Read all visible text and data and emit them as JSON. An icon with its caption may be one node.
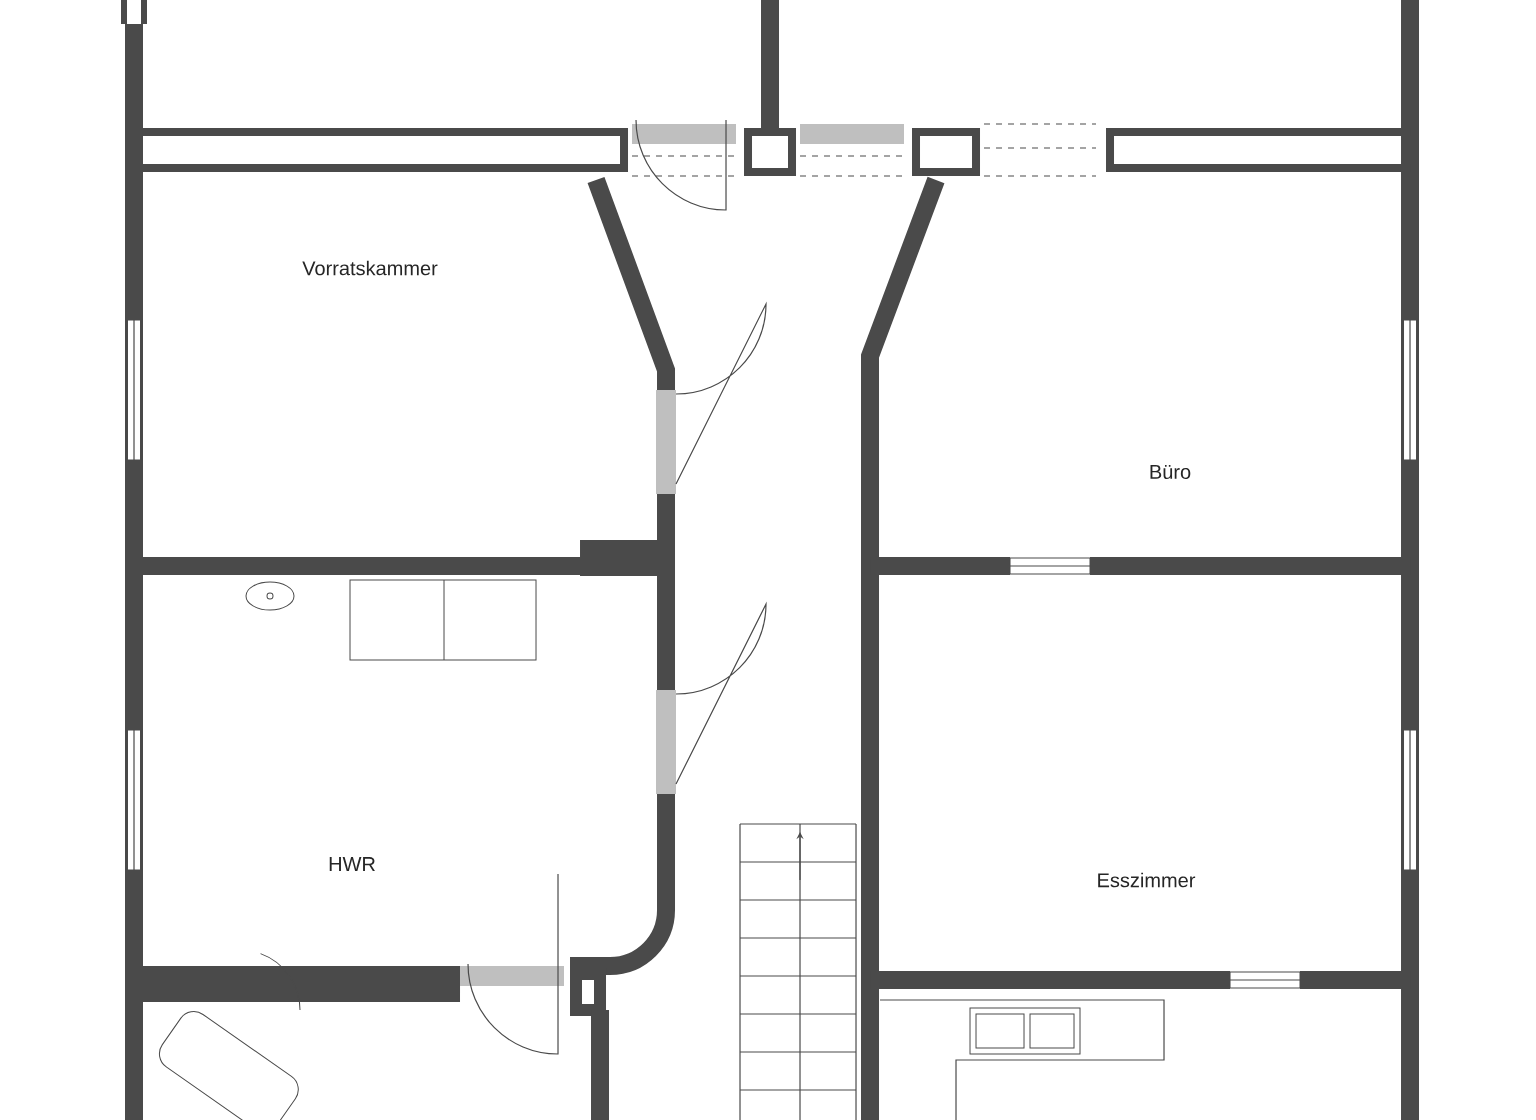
{
  "diagram": {
    "nodes": [
      {
        "text": [
          "Vorratskammer"
        ]
      },
      {
        "text": [
          "Büro"
        ]
      },
      {
        "text": [
          "HWR"
        ]
      },
      {
        "text": [
          "Esszimmer"
        ]
      }
    ]
  }
}
